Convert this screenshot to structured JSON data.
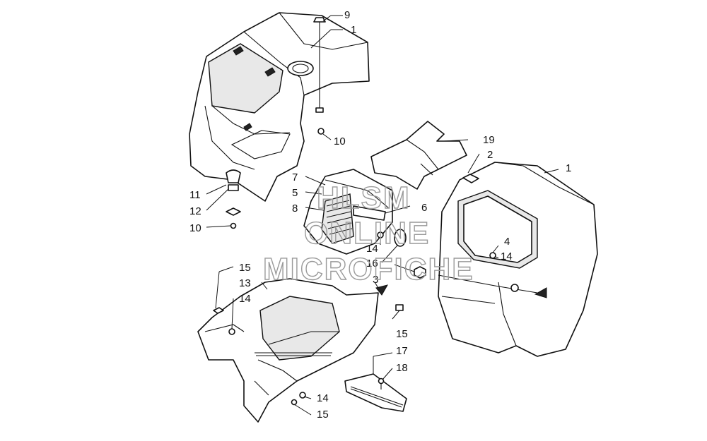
{
  "diagram": {
    "callouts": {
      "c1a": "1",
      "c9": "9",
      "c10a": "10",
      "c11": "11",
      "c12": "12",
      "c10b": "10",
      "c19": "19",
      "c2": "2",
      "c1b": "1",
      "c7": "7",
      "c5": "5",
      "c8": "8",
      "c6": "6",
      "c14a": "14",
      "c16": "16",
      "c3": "3",
      "c4": "4",
      "c14b": "14",
      "c15a": "15",
      "c13": "13",
      "c14c": "14",
      "c15b": "15",
      "c17": "17",
      "c18": "18",
      "c14d": "14",
      "c15c": "15"
    }
  },
  "watermark": {
    "line1": "HLSM",
    "line2": "ONLINE",
    "line3": "MICROFICHE"
  }
}
